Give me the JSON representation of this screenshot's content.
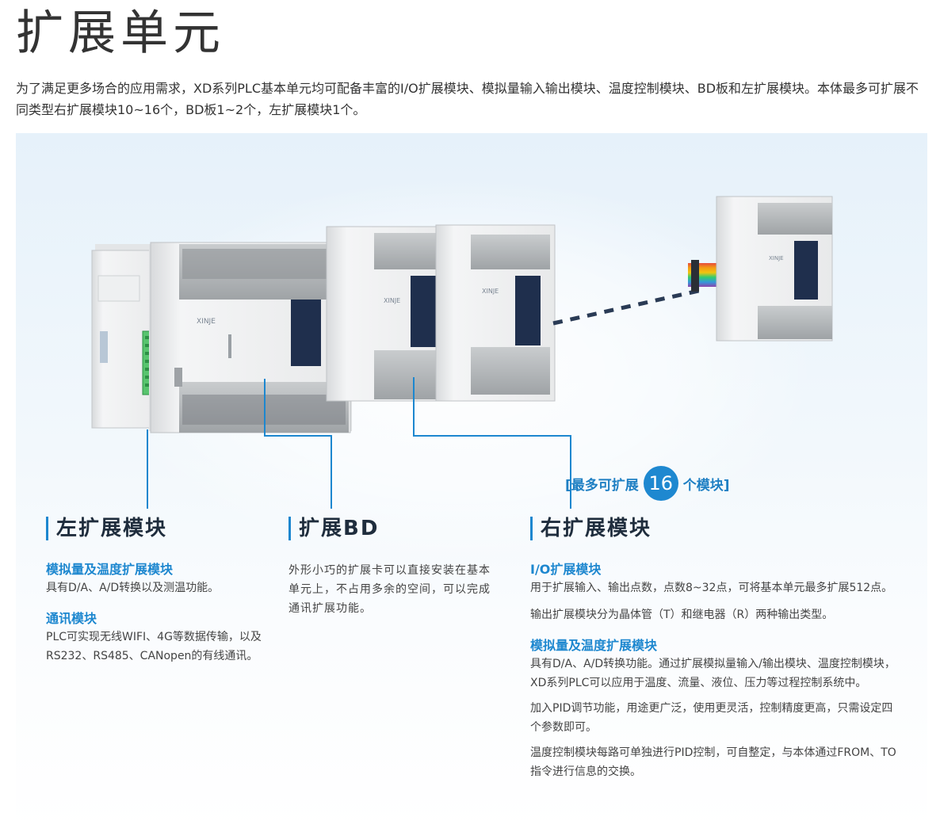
{
  "page": {
    "title": "扩展单元",
    "intro": "为了满足更多场合的应用需求，XD系列PLC基本单元均可配备丰富的I/O扩展模块、模拟量输入输出模块、温度控制模块、BD板和左扩展模块。本体最多可扩展不同类型右扩展模块10~16个，BD板1~2个，左扩展模块1个。"
  },
  "product": {
    "brand": "XINJE",
    "module_brand": "XINJE"
  },
  "callout": {
    "prefix": "[最多可扩展",
    "number": "16",
    "suffix": "个模块]"
  },
  "left": {
    "heading": "左扩展模块",
    "sub1": "模拟量及温度扩展模块",
    "text1": "具有D/A、A/D转换以及测温功能。",
    "sub2": "通讯模块",
    "text2": "PLC可实现无线WIFI、4G等数据传输，以及RS232、RS485、CANopen的有线通讯。"
  },
  "middle": {
    "heading": "扩展BD",
    "text1": "外形小巧的扩展卡可以直接安装在基本单元上，不占用多余的空间，可以完成通讯扩展功能。"
  },
  "right": {
    "heading": "右扩展模块",
    "sub1": "I/O扩展模块",
    "text1": "用于扩展输入、输出点数，点数8~32点，可将基本单元最多扩展512点。",
    "text2": "输出扩展模块分为晶体管（T）和继电器（R）两种输出类型。",
    "sub2": "模拟量及温度扩展模块",
    "text3": "具有D/A、A/D转换功能。通过扩展模拟量输入/输出模块、温度控制模块，XD系列PLC可以应用于温度、流量、液位、压力等过程控制系统中。",
    "text4": "加入PID调节功能，用途更广泛，使用更灵活，控制精度更高，只需设定四个参数即可。",
    "text5": "温度控制模块每路可单独进行PID控制，可自整定，与本体通过FROM、TO指令进行信息的交换。"
  },
  "colors": {
    "accent": "#1d87cf",
    "heading": "#1f2d3d",
    "panel_top": "#e6f1fa"
  }
}
